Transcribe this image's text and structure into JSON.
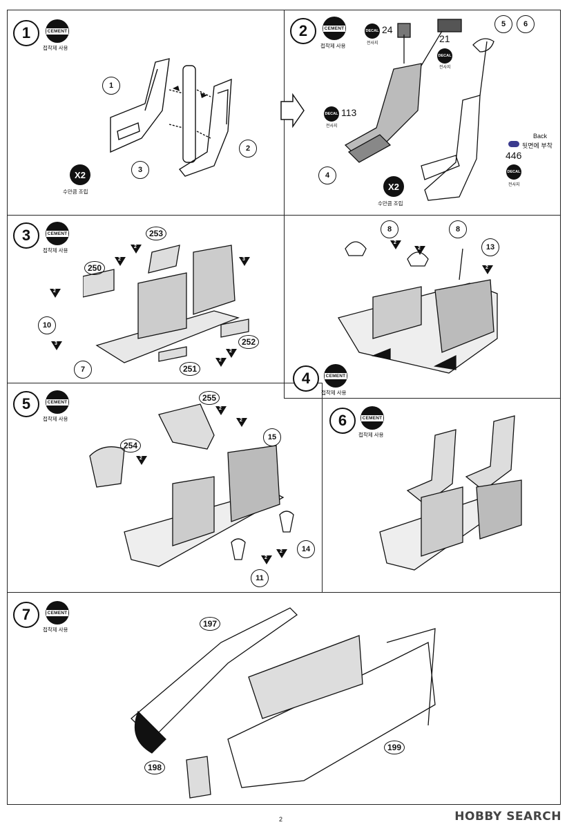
{
  "cement_icon": "CEMENT",
  "cement_text": "접착제 사용",
  "decal_icon": "DECAL",
  "decal_sub": "전사지",
  "multi_badge": "X2",
  "multi_text": "수만큼 조립",
  "steps": [
    {
      "number": "1",
      "callouts": [
        "1",
        "2",
        "3"
      ]
    },
    {
      "number": "2",
      "callouts": [
        "4",
        "5",
        "6"
      ],
      "decals": [
        "24",
        "21",
        "113",
        "446"
      ],
      "back_label": "Back",
      "back_text": "뒷면에 부착"
    },
    {
      "number": "3",
      "callouts": [
        "7",
        "10"
      ],
      "parts": [
        "253",
        "250",
        "252",
        "251"
      ]
    },
    {
      "number": "4",
      "callouts": [
        "8",
        "8",
        "13"
      ]
    },
    {
      "number": "5",
      "callouts": [
        "11",
        "14",
        "15"
      ],
      "parts": [
        "254",
        "255"
      ]
    },
    {
      "number": "6"
    },
    {
      "number": "7",
      "parts": [
        "197",
        "198",
        "199"
      ]
    }
  ],
  "sprue_badge": "2",
  "sprue_badge_3": "3",
  "page_number": "2",
  "watermark": "HOBBY SEARCH",
  "icons": [
    "arrow-right-icon",
    "cement-icon",
    "decal-icon",
    "sprue-triangle-icon"
  ]
}
